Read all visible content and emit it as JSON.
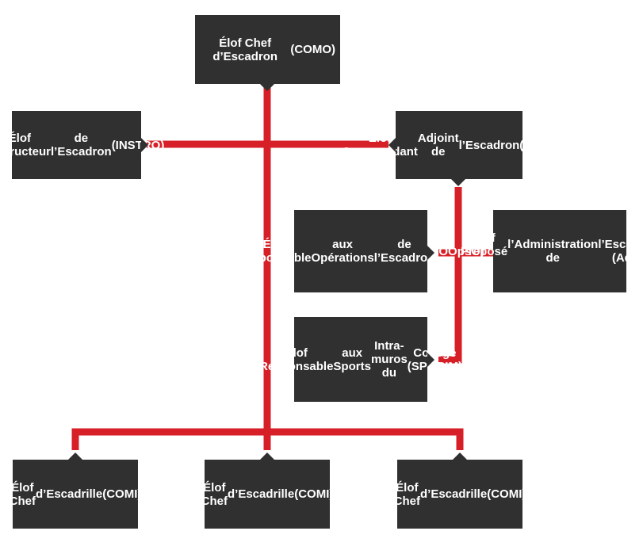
{
  "colors": {
    "box": "#303030",
    "box_text": "#ffffff",
    "connector": "#d71f27",
    "background": "#ffffff"
  },
  "nodes": {
    "como": [
      "Élof Chef d’Escadron",
      "(COMO)"
    ],
    "instro": [
      "Élof Instructeur",
      "de l’Escadron",
      "(INSTRO)"
    ],
    "acomo": [
      "Élof Commandant",
      "Adjoint de",
      "l’Escadron",
      "(A/COMO)"
    ],
    "oopso": [
      "Élof Responsable",
      "aux Opérations",
      "de l’Escadron",
      "(OOpsO)"
    ],
    "ado": [
      "Élof Préposé à",
      "l’Administration de",
      "l’Escadron (AdO)"
    ],
    "sporim": [
      "Élof Responsable",
      "aux Sports",
      "Intra-muros du",
      "Collège (SPORIM)"
    ],
    "comi1": [
      "Élof Chef",
      "d’Escadrille",
      "(COMI)"
    ],
    "comi2": [
      "Élof Chef",
      "d’Escadrille",
      "(COMI)"
    ],
    "comi3": [
      "Élof Chef",
      "d’Escadrille",
      "(COMI)"
    ]
  }
}
